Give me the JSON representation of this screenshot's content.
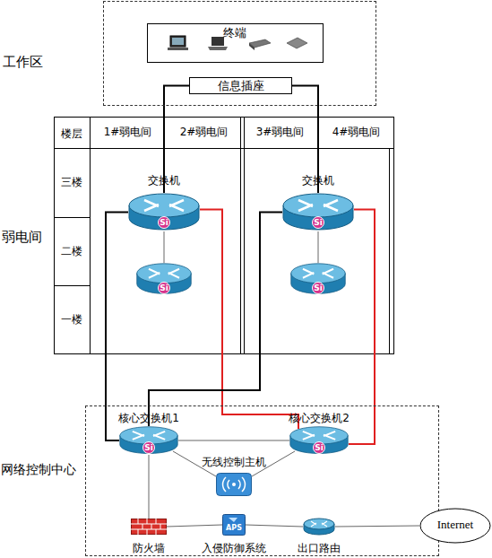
{
  "diagram": {
    "nodes": [
      {
        "text": [
          "工作区"
        ]
      },
      {
        "text": [
          "终端"
        ],
        "in": 0
      },
      {
        "text": [
          "信息插座"
        ],
        "in": 0
      },
      {
        "text": [
          "弱电间"
        ]
      },
      {
        "text": [
          "交换机",
          "Si"
        ],
        "in": 3
      },
      {
        "text": [
          "Si"
        ],
        "in": 3
      },
      {
        "text": [
          "交换机",
          "Si"
        ],
        "in": 3
      },
      {
        "text": [
          "Si"
        ],
        "in": 3
      },
      {
        "text": [
          "网络控制中心"
        ]
      },
      {
        "text": [
          "核心交换机1",
          "Si"
        ],
        "in": 8
      },
      {
        "text": [
          "核心交换机2",
          "Si"
        ],
        "in": 8
      },
      {
        "text": [
          "无线控制主机"
        ],
        "in": 8
      },
      {
        "text": [
          "防火墙"
        ],
        "in": 8
      },
      {
        "text": [
          "APS",
          "入侵防御系统"
        ],
        "in": 8
      },
      {
        "text": [
          "出口路由"
        ],
        "in": 8
      },
      {
        "text": [
          "Internet"
        ]
      }
    ],
    "edges": [
      {
        "from": 2,
        "to": 4,
        "arrow": "none"
      },
      {
        "from": 2,
        "to": 6,
        "arrow": "none"
      },
      {
        "from": 4,
        "to": 5,
        "arrow": "none"
      },
      {
        "from": 6,
        "to": 7,
        "arrow": "none"
      },
      {
        "from": 4,
        "to": 9,
        "arrow": "none"
      },
      {
        "from": 4,
        "to": 10,
        "arrow": "none"
      },
      {
        "from": 6,
        "to": 9,
        "arrow": "none"
      },
      {
        "from": 6,
        "to": 10,
        "arrow": "none"
      },
      {
        "from": 9,
        "to": 10,
        "arrow": "none"
      },
      {
        "from": 9,
        "to": 12,
        "arrow": "none"
      },
      {
        "from": 11,
        "to": 9,
        "arrow": "none"
      },
      {
        "from": 11,
        "to": 10,
        "arrow": "none"
      },
      {
        "from": 12,
        "to": 13,
        "arrow": "none"
      },
      {
        "from": 13,
        "to": 14,
        "arrow": "none"
      },
      {
        "from": 14,
        "to": 15,
        "arrow": "none"
      }
    ],
    "labels": [
      "楼层",
      "1#弱电间",
      "2#弱电间",
      "3#弱电间",
      "4#弱电间",
      "三楼",
      "二楼",
      "一楼"
    ]
  }
}
